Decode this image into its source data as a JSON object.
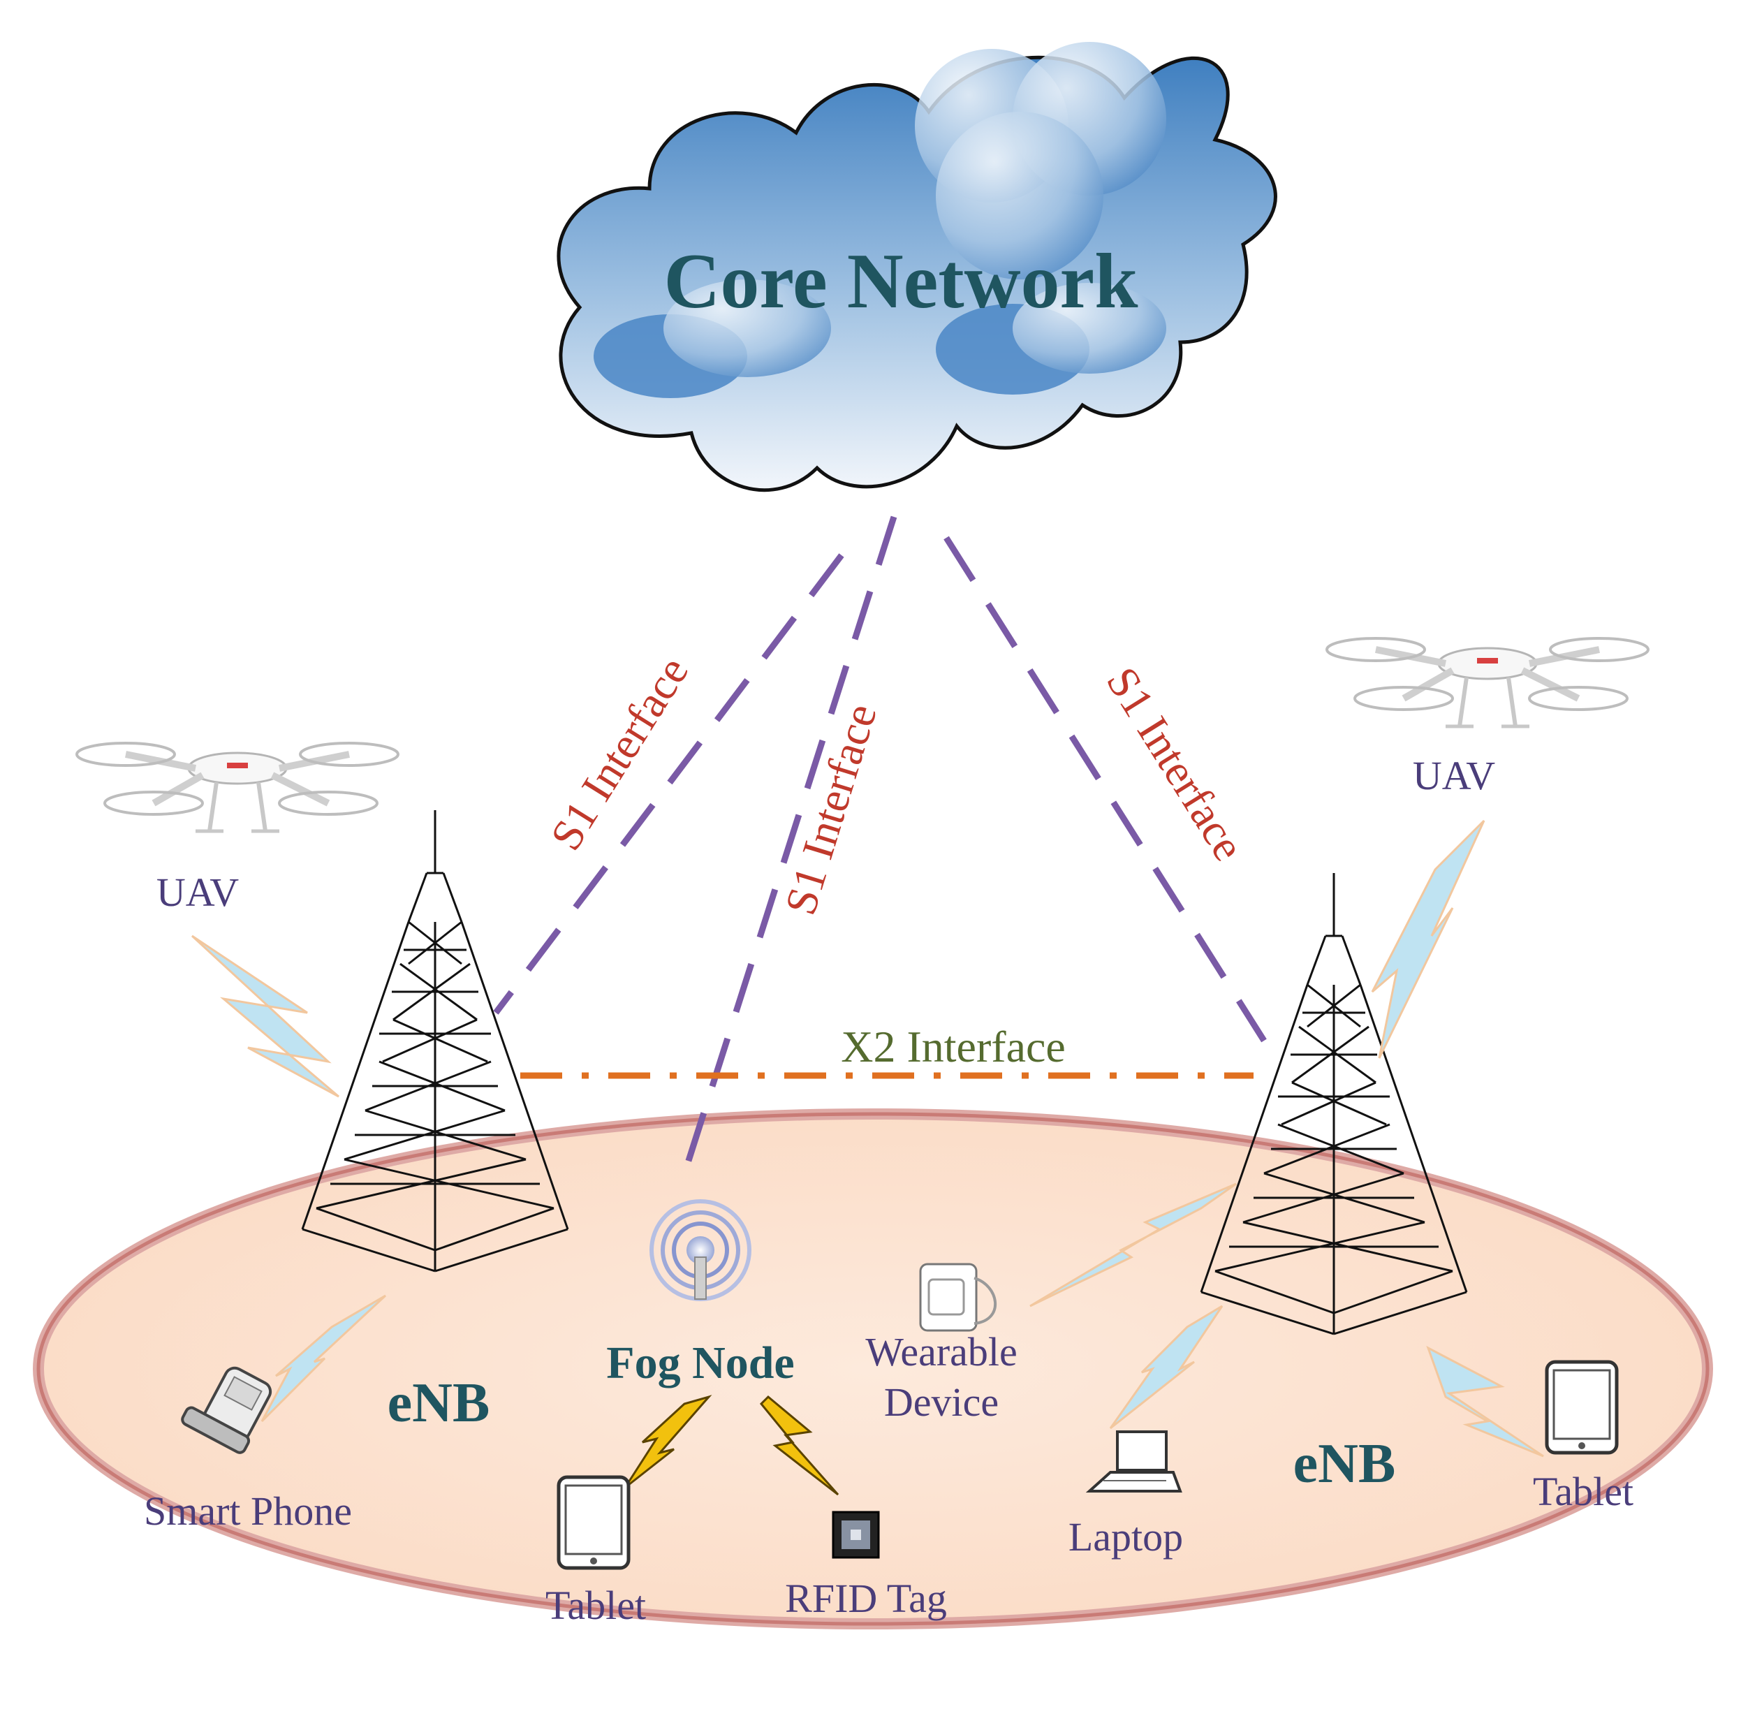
{
  "core_network": {
    "label": "Core Network"
  },
  "interfaces": {
    "s1_left": "S1 Interface",
    "s1_middle": "S1 Interface",
    "s1_right": "S1 Interface",
    "x2": "X2 Interface"
  },
  "nodes": {
    "enb_left": "eNB",
    "enb_right": "eNB",
    "fog_node": "Fog Node"
  },
  "devices": {
    "uav_left": "UAV",
    "uav_right": "UAV",
    "smart_phone": "Smart Phone",
    "tablet_center": "Tablet",
    "rfid_tag": "RFID Tag",
    "wearable_line1": "Wearable",
    "wearable_line2": "Device",
    "laptop": "Laptop",
    "tablet_right": "Tablet"
  },
  "colors": {
    "cloud_dark": "#3f7fc0",
    "cloud_light": "#eef4fa",
    "s1_line": "#7a5aa6",
    "x2_line": "#e07020",
    "coverage_fill": "#fbe3d2",
    "coverage_border": "#d98b86",
    "bolt_blue": "#b9dff0",
    "bolt_yellow": "#f2c10e"
  }
}
